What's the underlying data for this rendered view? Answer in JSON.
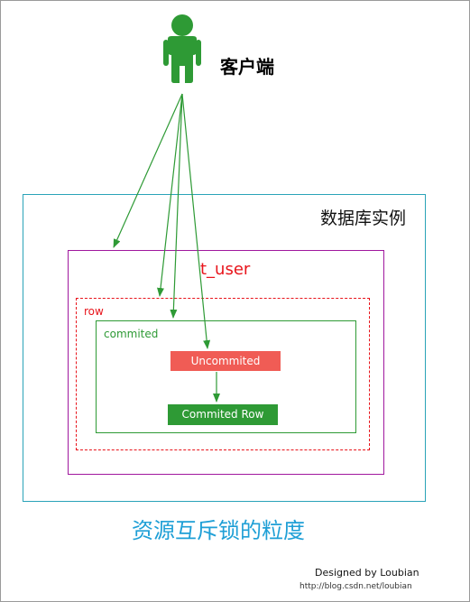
{
  "client": {
    "label": "客户端",
    "icon": "person-icon",
    "color": "#2e9a35"
  },
  "database": {
    "label": "数据库实例"
  },
  "table": {
    "label": "t_user"
  },
  "row": {
    "label": "row"
  },
  "commited_region": {
    "label": "commited"
  },
  "nodes": {
    "uncommited": {
      "label": "Uncommited",
      "color": "#f05c55"
    },
    "commited_row": {
      "label": "Commited Row",
      "color": "#2e9a35"
    }
  },
  "caption": "资源互斥锁的粒度",
  "credit": {
    "designed_by": "Designed by Loubian",
    "url": "http://blog.csdn.net/loubian"
  }
}
